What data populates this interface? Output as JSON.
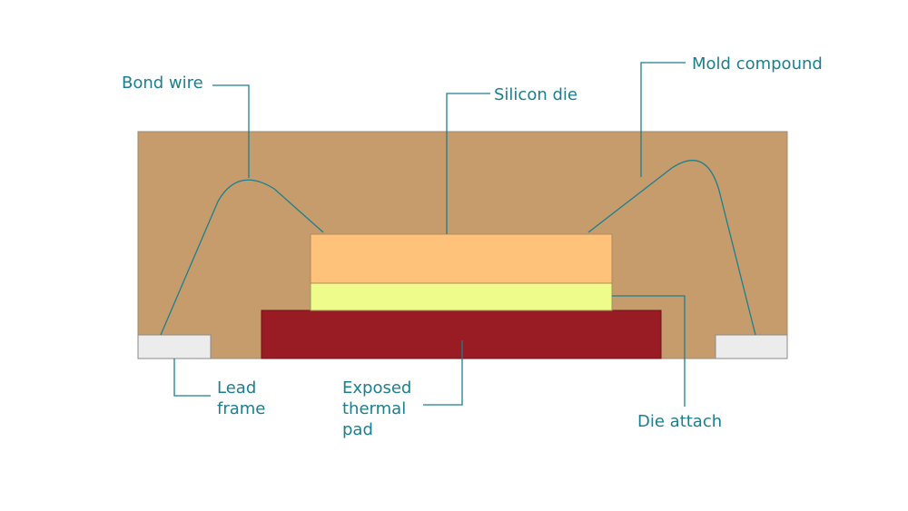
{
  "labels": {
    "bond_wire": "Bond wire",
    "silicon_die": "Silicon die",
    "mold_compound": "Mold compound",
    "lead_frame_line1": "Lead",
    "lead_frame_line2": "frame",
    "thermal_pad_line1": "Exposed",
    "thermal_pad_line2": "thermal",
    "thermal_pad_line3": "pad",
    "die_attach": "Die attach"
  },
  "colors": {
    "mold_compound": "#c69c6d",
    "silicon_die": "#ffc27a",
    "die_attach": "#eefc8c",
    "thermal_pad": "#991b24",
    "lead_frame": "#ececec",
    "label_text": "#1b7f8e"
  }
}
